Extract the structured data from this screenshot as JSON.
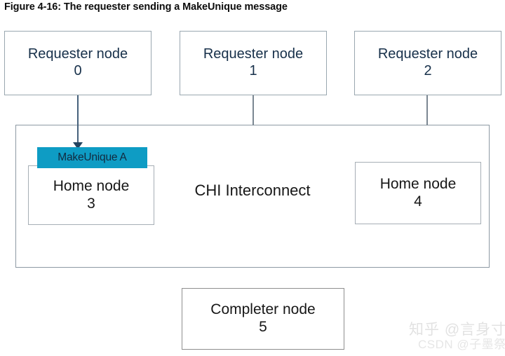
{
  "figure": {
    "caption": "Figure 4-16: The requester sending a MakeUnique message"
  },
  "colors": {
    "message_accent": "#0e9cc4",
    "box_border": "#9aa5ad",
    "requester_text": "#17304a",
    "node_text": "#171717",
    "arrow": "#24445f",
    "watermark": "#e3e3e3"
  },
  "requesters": [
    {
      "label": "Requester node",
      "id": "0"
    },
    {
      "label": "Requester node",
      "id": "1"
    },
    {
      "label": "Requester node",
      "id": "2"
    }
  ],
  "interconnect": {
    "title": "CHI Interconnect",
    "home_nodes": [
      {
        "label": "Home node",
        "id": "3"
      },
      {
        "label": "Home node",
        "id": "4"
      }
    ]
  },
  "completer": {
    "label": "Completer node",
    "id": "5"
  },
  "message": {
    "text": "MakeUnique A",
    "from": "Requester node 0",
    "to": "Home node 3"
  },
  "watermarks": {
    "zhihu": "知乎 @言身寸",
    "csdn": "CSDN @子墨祭"
  }
}
